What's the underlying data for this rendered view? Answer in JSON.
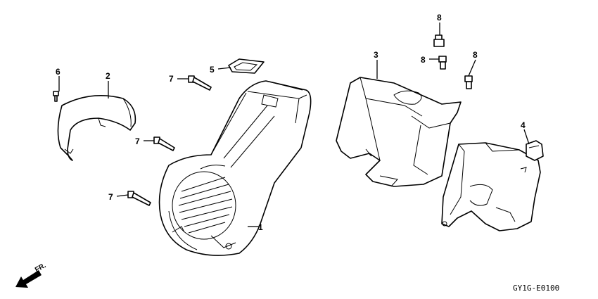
{
  "callouts": {
    "part1": "1",
    "part2": "2",
    "part3": "3",
    "part4": "4",
    "part5": "5",
    "part6": "6",
    "part7a": "7",
    "part7b": "7",
    "part7c": "7",
    "part8a": "8",
    "part8b": "8",
    "part8c": "8"
  },
  "direction_label": "FR.",
  "diagram_code": "GY1G-E0100",
  "icons": {
    "front_direction": "arrow-down-left-icon"
  }
}
